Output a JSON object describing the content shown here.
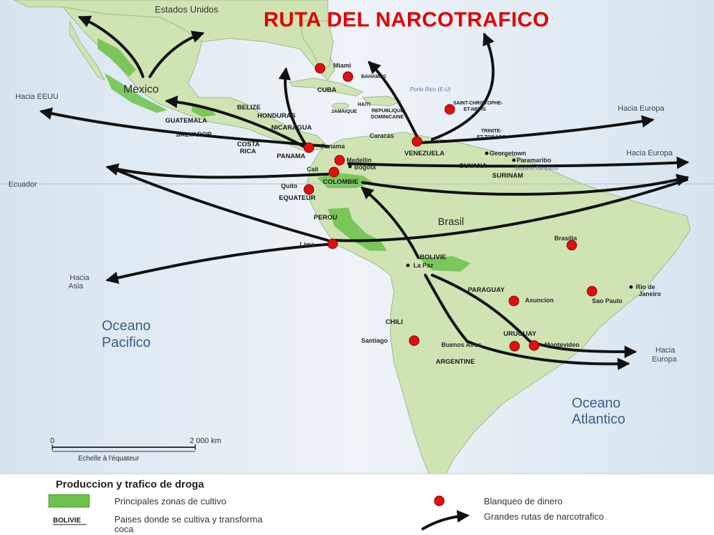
{
  "title": "RUTA DEL NARCOTRAFICO",
  "regions": {
    "usa": "Estados Unidos",
    "mexico": "Mexico",
    "brasil": "Brasil"
  },
  "oceans": {
    "pacific_1": "Oceano",
    "pacific_2": "Pacifico",
    "atlantic_1": "Oceano",
    "atlantic_2": "Atlantico"
  },
  "destinations": {
    "hacia_eeuu": "Hacia EEUU",
    "hacia_europa_1": "Hacia Europa",
    "hacia_europa_2": "Hacia Europa",
    "hacia_asia_1": "Hacia",
    "hacia_asia_2": "Asia",
    "hacia_europa_3a": "Hacia",
    "hacia_europa_3b": "Europa",
    "ecuador_line": "Ecuador"
  },
  "countries": {
    "guatemala": "GUATEMALA",
    "salvador": "SALVADOR",
    "belize": "BELIZE",
    "honduras": "HONDURAS",
    "nicaragua": "NICARAGUA",
    "costa_rica_1": "COSTA",
    "costa_rica_2": "RICA",
    "panama": "PANAMA",
    "cuba": "CUBA",
    "haiti": "HAITI",
    "jamaique": "JAMAIQUE",
    "rep_dom_1": "REPUBLIQUE",
    "rep_dom_2": "DOMINICAINE",
    "bahamas": "BAHAMAS",
    "st_kitts_1": "SAINT-CHRISTOPHE-",
    "st_kitts_2": "ET-NEVIS",
    "trinite_1": "TRINITE-",
    "trinite_2": "ET-TOBAGO",
    "venezuela": "VENEZUELA",
    "guyana": "GUYANA",
    "surinam": "SURINAM",
    "colombie": "COLOMBIE",
    "equateur": "EQUATEUR",
    "perou": "PEROU",
    "bolivie": "BOLIVIE",
    "paraguay": "PARAGUAY",
    "chili": "CHILI",
    "uruguay": "URUGUAY",
    "argentine": "ARGENTINE"
  },
  "cities": {
    "miami": "Miami",
    "puerto_rico": "Porto Rico (E-U)",
    "panama_city": "Panama",
    "caracas": "Caracas",
    "georgetown": "Georgetown",
    "paramaribo": "Paramaribo",
    "guyane_fr": "Guyane française",
    "medellin": "Medellin",
    "bogota": "Bogota",
    "cali": "Cali",
    "quito": "Quito",
    "lima": "Lima",
    "la_paz": "La Paz",
    "brasilia": "Brasilia",
    "asuncion": "Asuncion",
    "sao_paulo": "Sao Paulo",
    "rio_1": "Rio de",
    "rio_2": "Janeiro",
    "santiago": "Santiago",
    "buenos_aires": "Buenos Aires",
    "montevideo": "Montevideo"
  },
  "scale": {
    "zero": "0",
    "distance": "2 000 km",
    "caption": "Echelle à l'équateur"
  },
  "legend": {
    "title": "Produccion y trafico de droga",
    "cultivation": "Principales zonas de cultivo",
    "bolivie_sample": "BOLIVIE",
    "processing_1": "Paises donde se cultiva y transforma",
    "processing_2": "coca",
    "laundering": "Blanqueo de dinero",
    "routes": "Grandes rutas de narcotrafico"
  },
  "colors": {
    "ocean": "#d9e6f1",
    "land": "#cfe3b3",
    "cultivation": "#6cc24a",
    "laundering_dot": "#e01010",
    "route": "#111111",
    "title": "#e00000"
  }
}
